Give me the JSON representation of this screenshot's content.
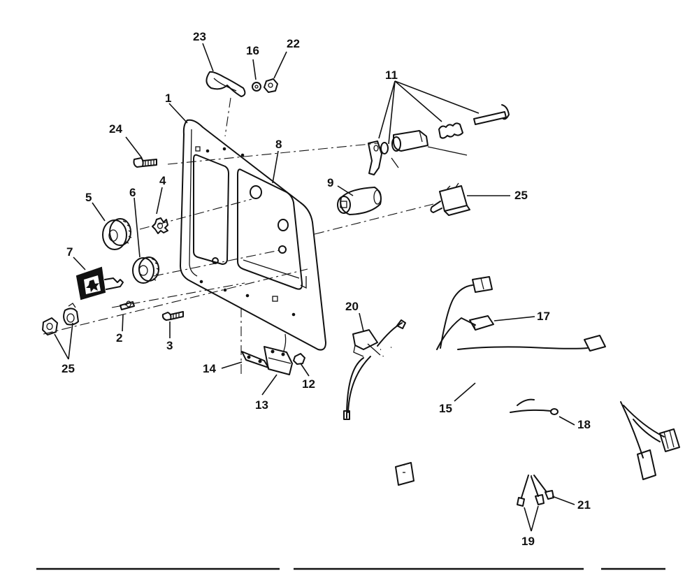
{
  "callouts": {
    "c1": "1",
    "c2": "2",
    "c3": "3",
    "c4": "4",
    "c5": "5",
    "c6": "6",
    "c7": "7",
    "c8": "8",
    "c9": "9",
    "c11": "11",
    "c12": "12",
    "c13": "13",
    "c14": "14",
    "c15": "15",
    "c16": "16",
    "c17": "17",
    "c18": "18",
    "c19": "19",
    "c20": "20",
    "c21": "21",
    "c22": "22",
    "c23": "23",
    "c24": "24",
    "c25a": "25",
    "c25b": "25"
  }
}
